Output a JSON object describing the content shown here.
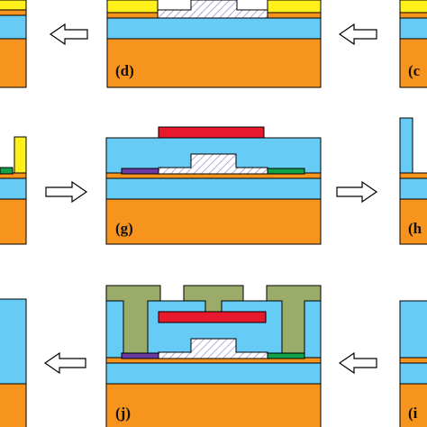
{
  "panels": [
    {
      "key": "d",
      "label": "(d)"
    },
    {
      "key": "c",
      "label": "(c"
    },
    {
      "key": "g",
      "label": "(g)"
    },
    {
      "key": "h",
      "label": "(h"
    },
    {
      "key": "j",
      "label": "(j)"
    },
    {
      "key": "i",
      "label": "(i"
    }
  ],
  "colors": {
    "substrate": "#f7941d",
    "dielectric": "#66ccf5",
    "top_electrode": "#e8192c",
    "via": "#9aab6a",
    "photoresist": "#ffef1a",
    "thin_layer": "#f7941d",
    "contact_purple": "#6a3aa3",
    "contact_green": "#11a24a",
    "hatch": "#8a6fc2",
    "arrow_fill": "#ffffff",
    "outline": "#000000"
  },
  "arrows": [
    {
      "key": "top-left",
      "direction": "left"
    },
    {
      "key": "top-right",
      "direction": "left"
    },
    {
      "key": "middle-left",
      "direction": "right"
    },
    {
      "key": "middle-right",
      "direction": "right"
    },
    {
      "key": "bottom-left",
      "direction": "left"
    },
    {
      "key": "bottom-right",
      "direction": "left"
    }
  ]
}
